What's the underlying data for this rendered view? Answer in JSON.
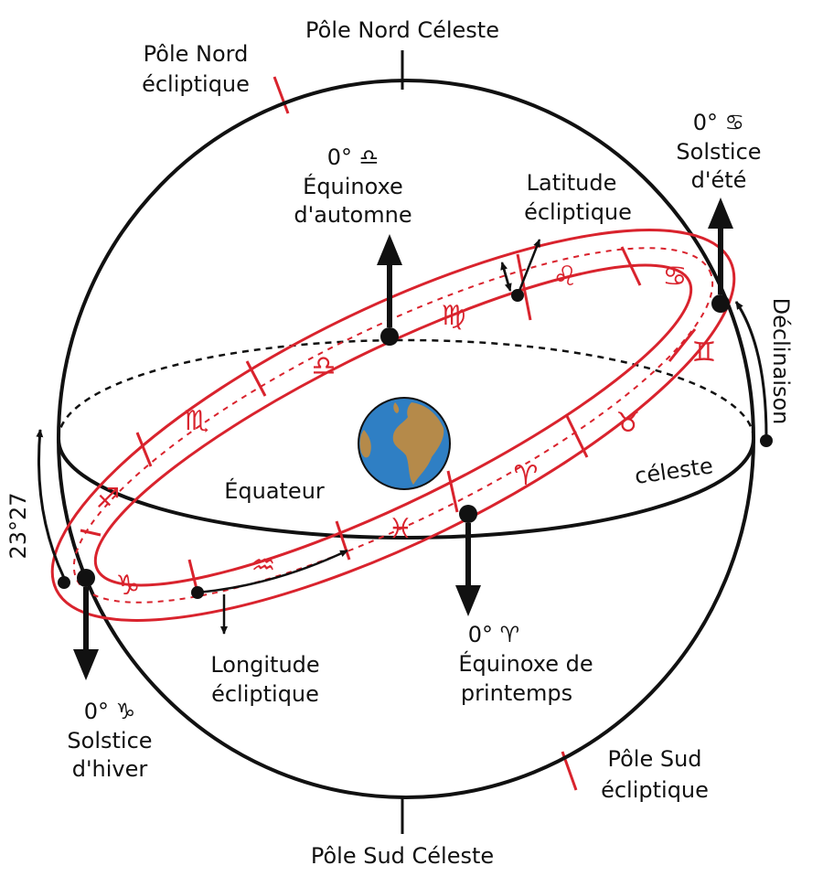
{
  "labels": {
    "north_celestial_pole": "Pôle Nord Céleste",
    "south_celestial_pole": "Pôle Sud Céleste",
    "north_ecliptic_pole_1": "Pôle Nord",
    "north_ecliptic_pole_2": "écliptique",
    "south_ecliptic_pole_1": "Pôle Sud",
    "south_ecliptic_pole_2": "écliptique",
    "autumn_degree": "0° ♎",
    "autumn_1": "Équinoxe",
    "autumn_2": "d'automne",
    "summer_degree": "0° ♋",
    "summer_1": "Solstice",
    "summer_2": "d'été",
    "winter_degree": "0° ♑",
    "winter_1": "Solstice",
    "winter_2": "d'hiver",
    "spring_degree": "0° ♈",
    "spring_1": "Équinoxe de",
    "spring_2": "printemps",
    "ecl_lat_1": "Latitude",
    "ecl_lat_2": "écliptique",
    "ecl_lon_1": "Longitude",
    "ecl_lon_2": "écliptique",
    "declination": "Déclinaison",
    "equator_1": "Équateur",
    "equator_2": "céleste",
    "obliquity": "23°27"
  },
  "zodiac": {
    "cancer": "♋",
    "gemini": "♊",
    "taurus": "♉",
    "aries": "♈",
    "pisces": "♓",
    "aquarius": "♒",
    "capricorn": "♑",
    "sagittarius": "♐",
    "scorpio": "♏",
    "libra": "♎",
    "virgo": "♍",
    "leo": "♌"
  },
  "colors": {
    "ecliptic": "#d9232d",
    "ink": "#111111",
    "ocean": "#2f7fc4",
    "land": "#b58a4a"
  }
}
